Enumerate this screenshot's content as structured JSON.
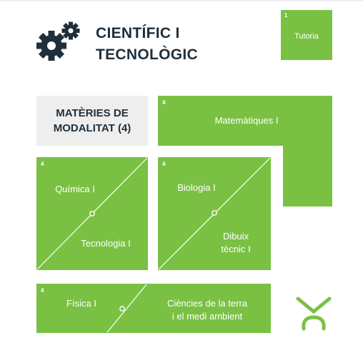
{
  "header": {
    "title_line1": "CIENTÍFIC I",
    "title_line2": "TECNOLÒGIC",
    "icon": "gears-icon"
  },
  "tutoria": {
    "number": "1",
    "label": "Tutoria"
  },
  "modalitat": {
    "line1": "MATÈRIES DE",
    "line2": "MODALITAT (4)"
  },
  "matematiques": {
    "number": "4",
    "label": "Matemàtiques I"
  },
  "quimica_box": {
    "number": "4",
    "option_a": "Química I",
    "option_b": "Tecnologia I"
  },
  "biologia_box": {
    "number": "4",
    "option_a": "Biologia I",
    "option_b_line1": "Dibuix",
    "option_b_line2": "tècnic I"
  },
  "fisica_box": {
    "number": "4",
    "option_a": "Física I",
    "option_b_line1": "Ciències de la terra",
    "option_b_line2": "i el medi ambient"
  },
  "logo": {
    "name": "y-logo-icon",
    "color": "#7ac143"
  },
  "colors": {
    "green": "#7ac143",
    "dark": "#1f2f3b",
    "gray": "#eeeeee"
  }
}
